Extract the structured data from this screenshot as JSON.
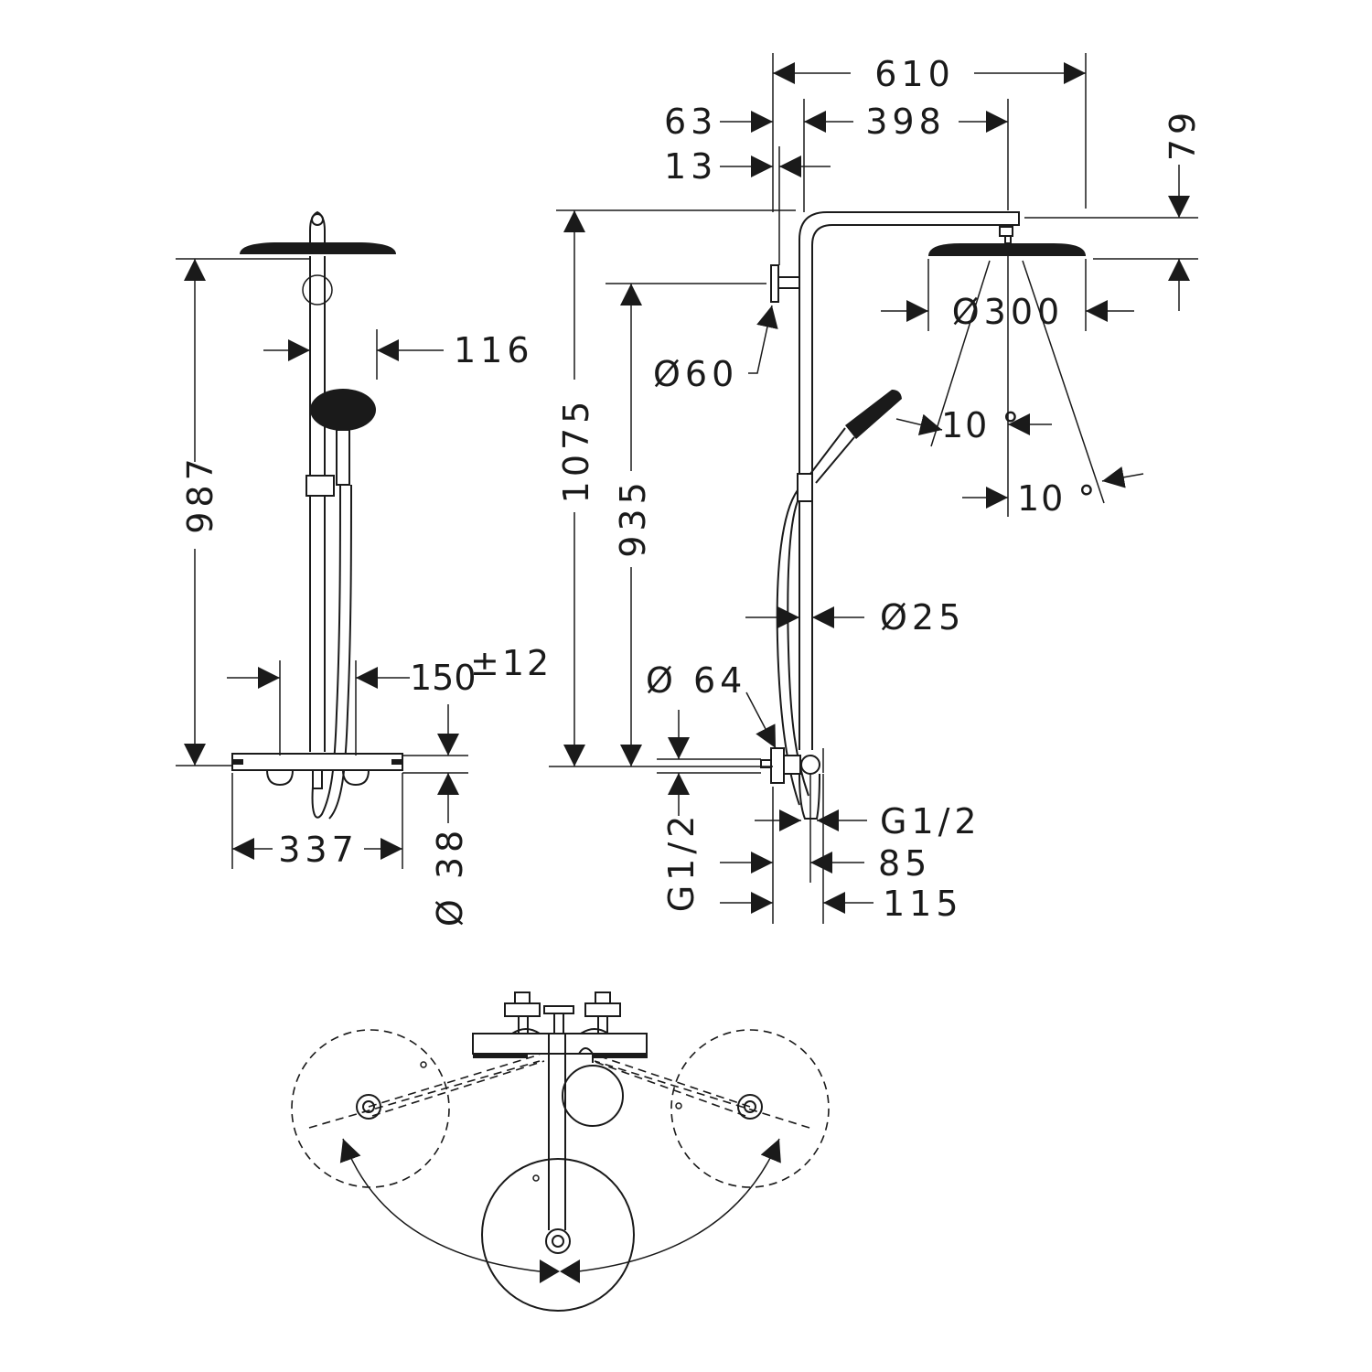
{
  "views": {
    "front": {
      "dims": {
        "height": "987",
        "handshower_offset": "116",
        "connection_spacing": "150",
        "tolerance": "±12",
        "mixer_width": "337",
        "mixer_diameter": "Ø 38"
      }
    },
    "side": {
      "dims": {
        "total_projection": "610",
        "wall_offset": "63",
        "rail_offset": "13",
        "arm_length": "398",
        "head_height": "79",
        "total_height": "1075",
        "holder_height": "935",
        "holder_diameter": "Ø60",
        "head_diameter": "Ø300",
        "tilt_angle_a": "10 °",
        "tilt_angle_b": "10 °",
        "riser_diameter": "Ø25",
        "mixer_diameter": "Ø 64",
        "thread_left": "G1/2",
        "thread_right": "G1/2",
        "depth_a": "85",
        "depth_b": "115"
      }
    },
    "top": {}
  },
  "colors": {
    "line": "#1a1a1a",
    "background": "#ffffff"
  }
}
